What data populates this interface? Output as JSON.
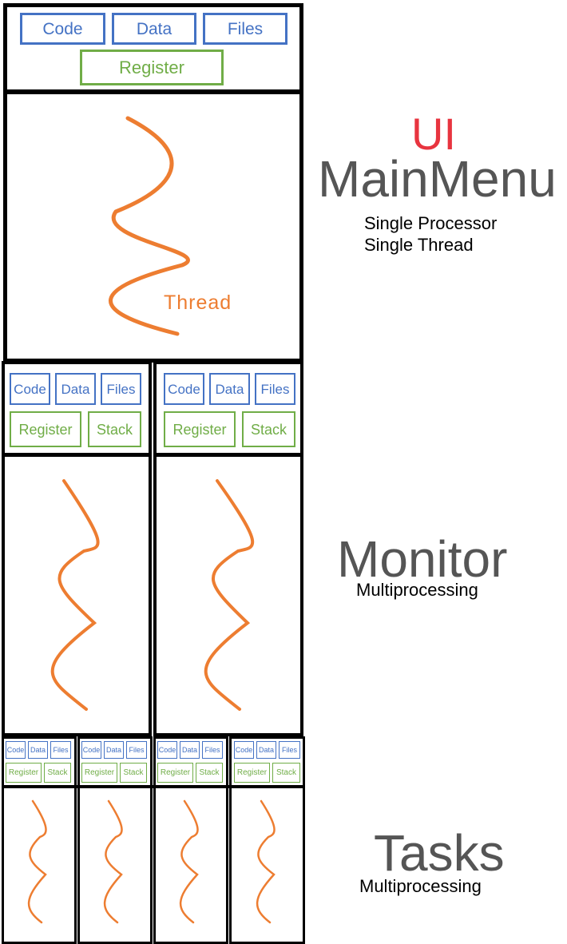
{
  "colors": {
    "blue": "#4472c4",
    "green": "#70ad47",
    "orange": "#ed7d31",
    "red": "#e8343f",
    "heading_gray": "#555555"
  },
  "boxes": {
    "code": "Code",
    "data": "Data",
    "files": "Files",
    "register": "Register",
    "stack": "Stack"
  },
  "single": {
    "thread_label": "Thread",
    "ui_label": "UI",
    "title": "MainMenu",
    "line1": "Single Processor",
    "line2": "Single Thread"
  },
  "monitor": {
    "title": "Monitor",
    "subtitle": "Multiprocessing"
  },
  "tasks": {
    "title": "Tasks",
    "subtitle": "Multiprocessing"
  },
  "icons": [
    "thread-wave-icon"
  ]
}
